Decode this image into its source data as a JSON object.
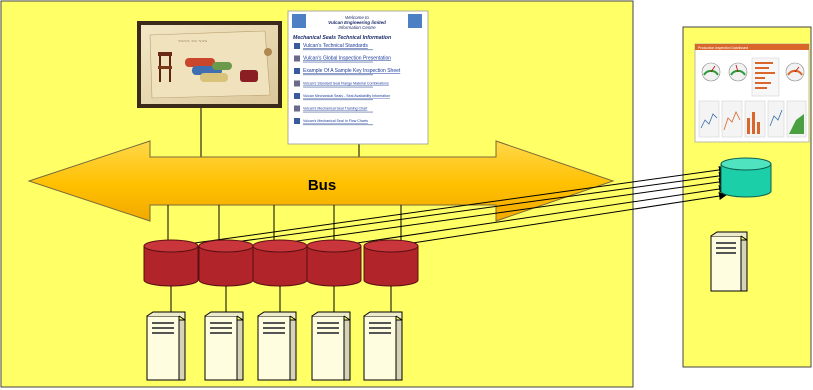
{
  "diagram": {
    "bus_label": "Bus",
    "colors": {
      "zone_fill": "#ffff66",
      "bus_fill": "#ffc000",
      "db_red": "#b0242a",
      "db_teal": "#1bcfa8",
      "server_fill": "#fffde0",
      "line": "#000000"
    },
    "icons": {
      "database": "database-icon",
      "server": "server-icon",
      "web_page": "web-page-screenshot",
      "dashboard": "dashboard-screenshot"
    }
  },
  "info_page": {
    "welcome_line_1": "Welcome to",
    "welcome_line_2": "Vulcan Engineering limited",
    "welcome_line_3": "Information Centre",
    "heading": "Mechanical Seals Technical Information",
    "links": [
      "Vulcan's Technical Standards",
      "Vulcan's Global Inspection Presentation",
      "Example Of A Sample Key Inspection Sheet",
      "Vulcan's Standard Seal Flange Material Combinations",
      "Vulcan Mechanical Seals - Seal Availability Information",
      "Vulcan's Mechanical Seal Training Chart",
      "Vulcan's Mechanical Seal In Flow Charts"
    ]
  },
  "dashboard": {
    "title": "Production Inspection Dashboard"
  }
}
